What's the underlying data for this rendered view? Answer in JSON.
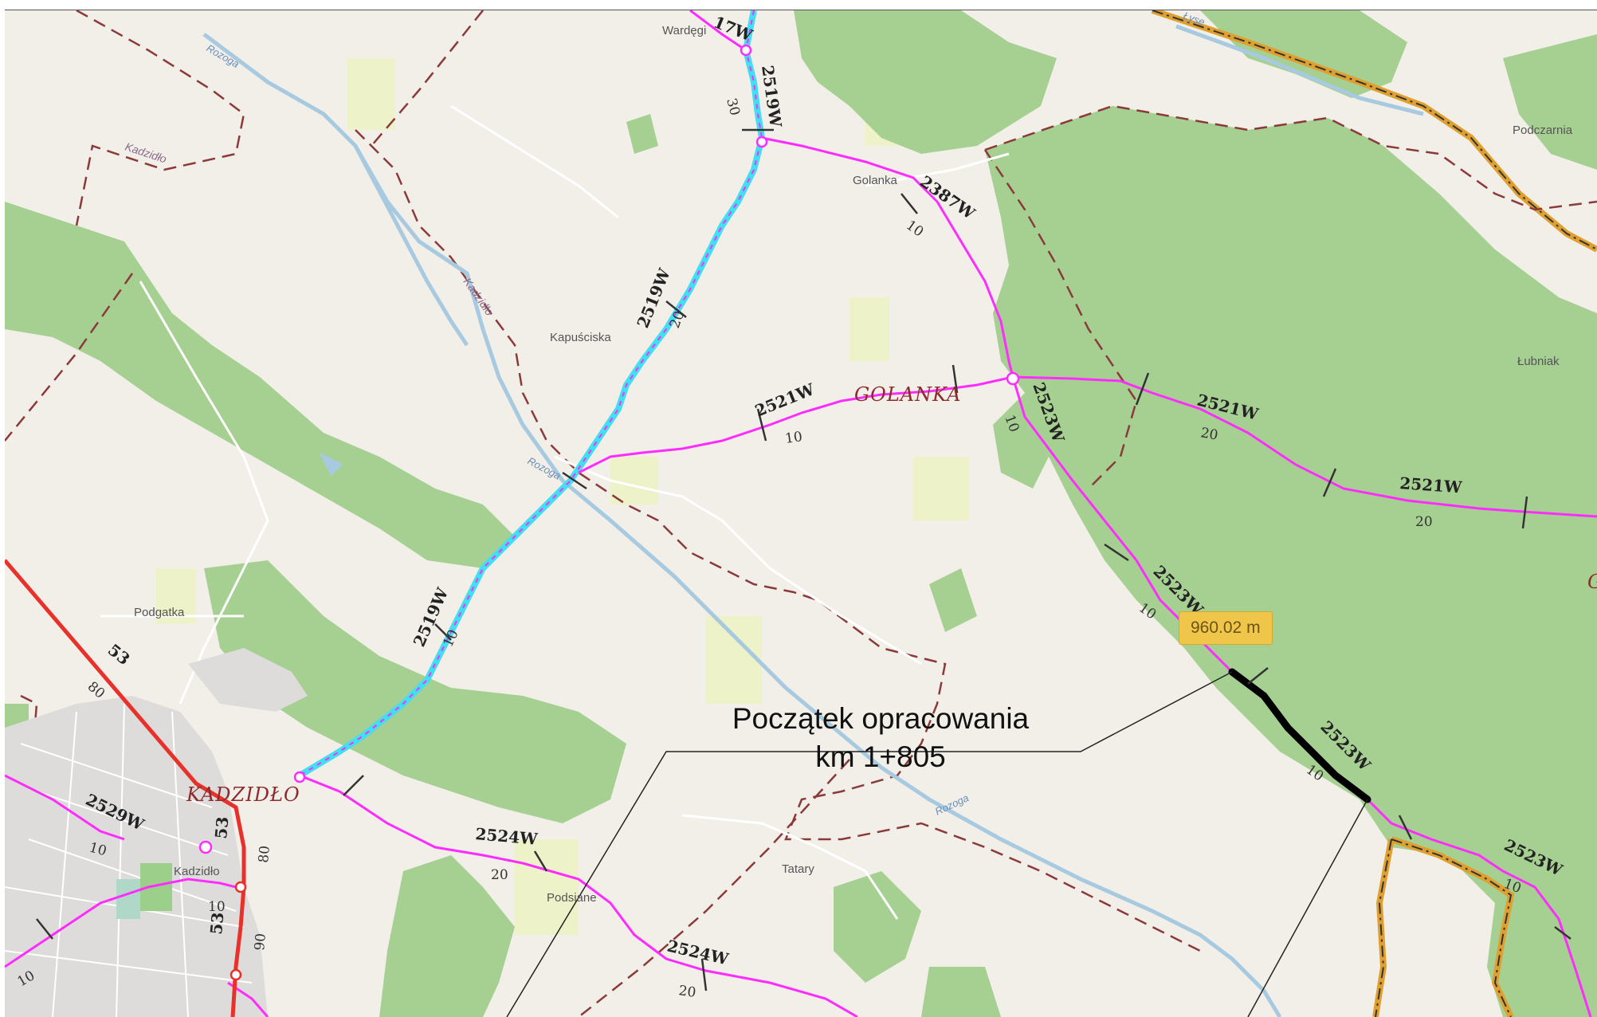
{
  "map": {
    "colors": {
      "background": "#f2efe9",
      "forest": "#a6cf92",
      "farmland": "#eef2c8",
      "road_secondary": "#ff2cff",
      "road_primary": "#e8312a",
      "river": "#a8cae0",
      "boundary": "#8b3a3a",
      "highlight_route": "#40e0f0",
      "measure_line": "#000000",
      "protected_area": "#e0a030"
    },
    "roads": {
      "r2519_a": "2519W",
      "r2519_b": "2519W",
      "r2519_c": "2519W",
      "r2387": "2387W",
      "r2521_a": "2521W",
      "r2521_b": "2521W",
      "r2521_c": "2521W",
      "r2523_a": "2523W",
      "r2523_b": "2523W",
      "r2523_c": "2523W",
      "r2523_d": "2523W",
      "r2524_a": "2524W",
      "r2524_b": "2524W",
      "r2529": "2529W",
      "r17w": "17W",
      "r53_a": "53",
      "r53_b": "53",
      "r53_c": "53"
    },
    "speeds": [
      "30",
      "20",
      "10",
      "10",
      "10",
      "20",
      "20",
      "10",
      "10",
      "10",
      "10",
      "20",
      "20",
      "10",
      "80",
      "80",
      "10",
      "90",
      "10"
    ],
    "places": {
      "wardegi": "Wardęgi",
      "golanka_village": "Golanka",
      "kapusciska": "Kapuściska",
      "podgatka": "Podgatka",
      "kadzidlo_small": "Kadzidło",
      "podsiane": "Podsiane",
      "tatary": "Tatary",
      "lubniak": "Łubniak",
      "podczarnia": "Podczarnia",
      "edge_letter": "G"
    },
    "towns": {
      "kadzidlo": "KADZIDŁO",
      "golanka": "GOLANKA"
    },
    "rivers": {
      "rozoga_1": "Rozoga",
      "rozoga_2": "Rozoga",
      "rozoga_3": "Rozoga",
      "lyse": "Łyse"
    },
    "municipality": {
      "kadzidlo": "Kadzidło",
      "kadzidlo_2": "Kadzidło"
    }
  },
  "measure": {
    "distance_label": "960.02 m"
  },
  "callout": {
    "line1": "Początek opracowania",
    "line2": "km 1+805"
  }
}
